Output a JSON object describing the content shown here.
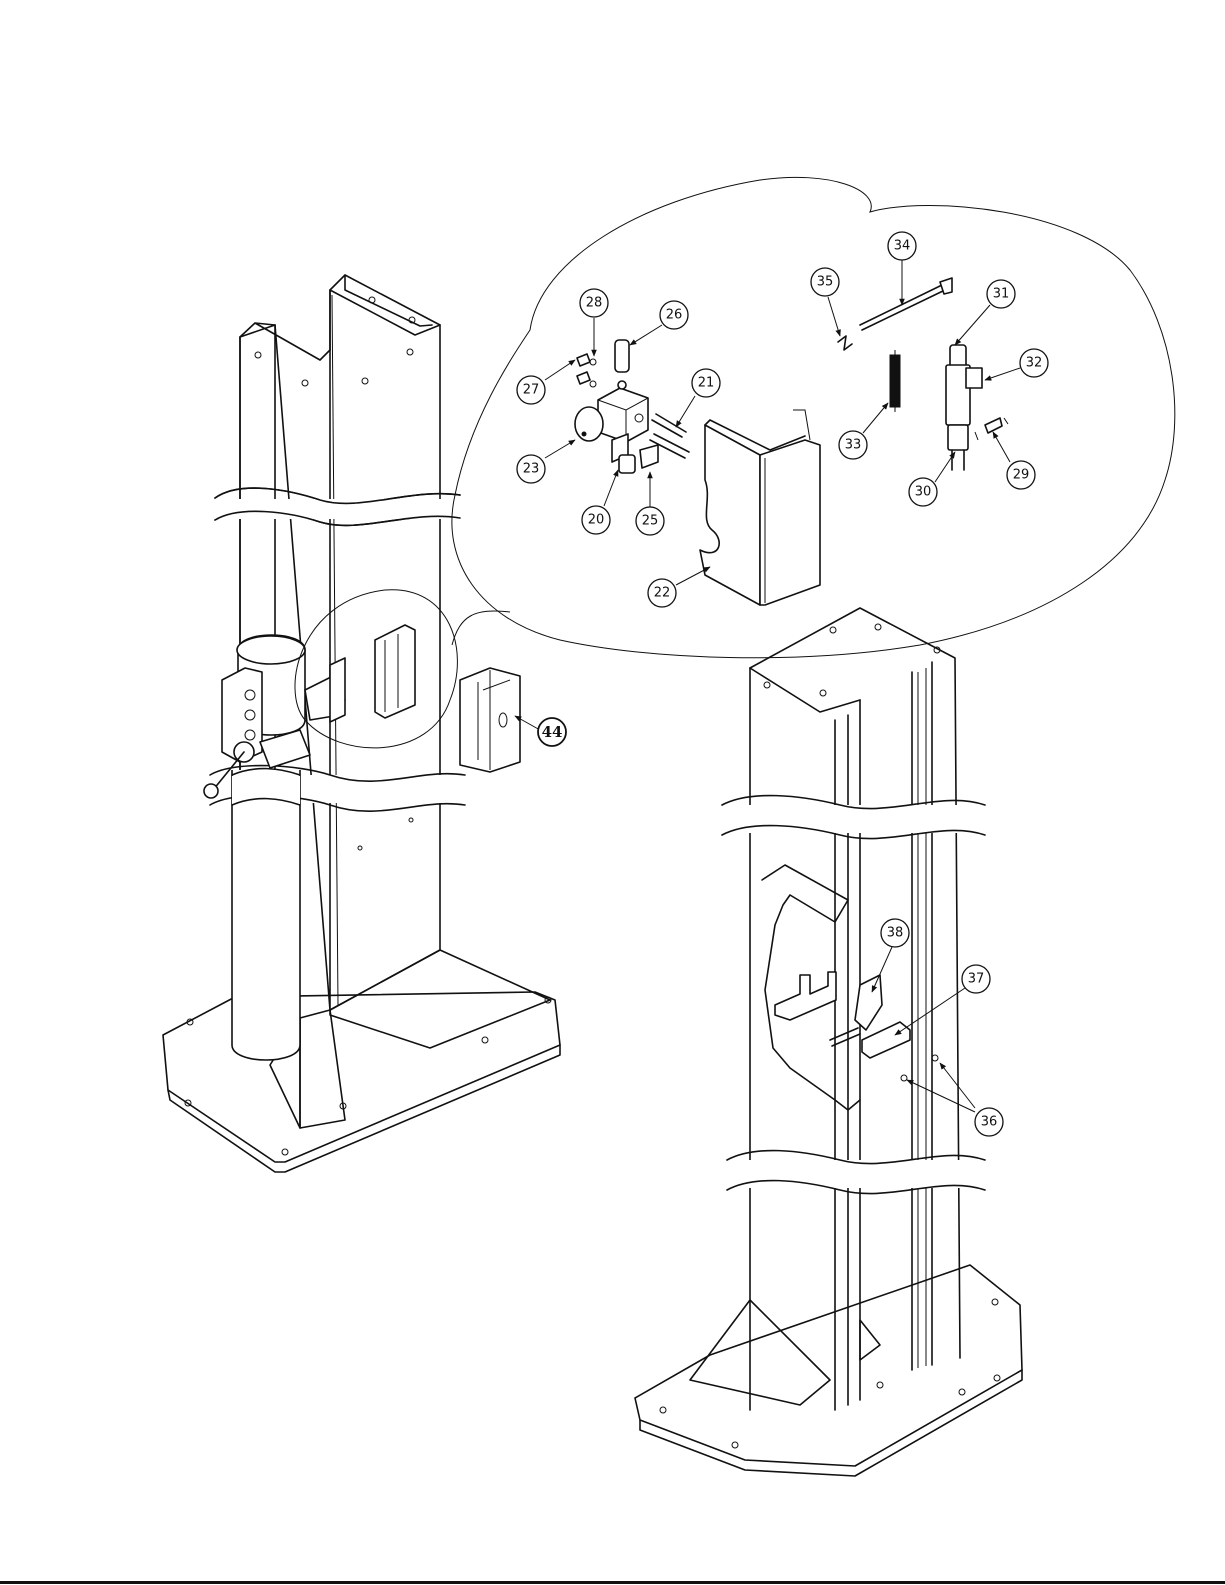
{
  "callouts": [
    {
      "id": "c20",
      "label": "20"
    },
    {
      "id": "c21",
      "label": "21"
    },
    {
      "id": "c22",
      "label": "22"
    },
    {
      "id": "c23",
      "label": "23"
    },
    {
      "id": "c25",
      "label": "25"
    },
    {
      "id": "c26",
      "label": "26"
    },
    {
      "id": "c27",
      "label": "27"
    },
    {
      "id": "c28",
      "label": "28"
    },
    {
      "id": "c29",
      "label": "29"
    },
    {
      "id": "c30",
      "label": "30"
    },
    {
      "id": "c31",
      "label": "31"
    },
    {
      "id": "c32",
      "label": "32"
    },
    {
      "id": "c33",
      "label": "33"
    },
    {
      "id": "c34",
      "label": "34"
    },
    {
      "id": "c35",
      "label": "35"
    },
    {
      "id": "c36",
      "label": "36"
    },
    {
      "id": "c37",
      "label": "37"
    },
    {
      "id": "c38",
      "label": "38"
    },
    {
      "id": "c44",
      "label": "44"
    }
  ]
}
